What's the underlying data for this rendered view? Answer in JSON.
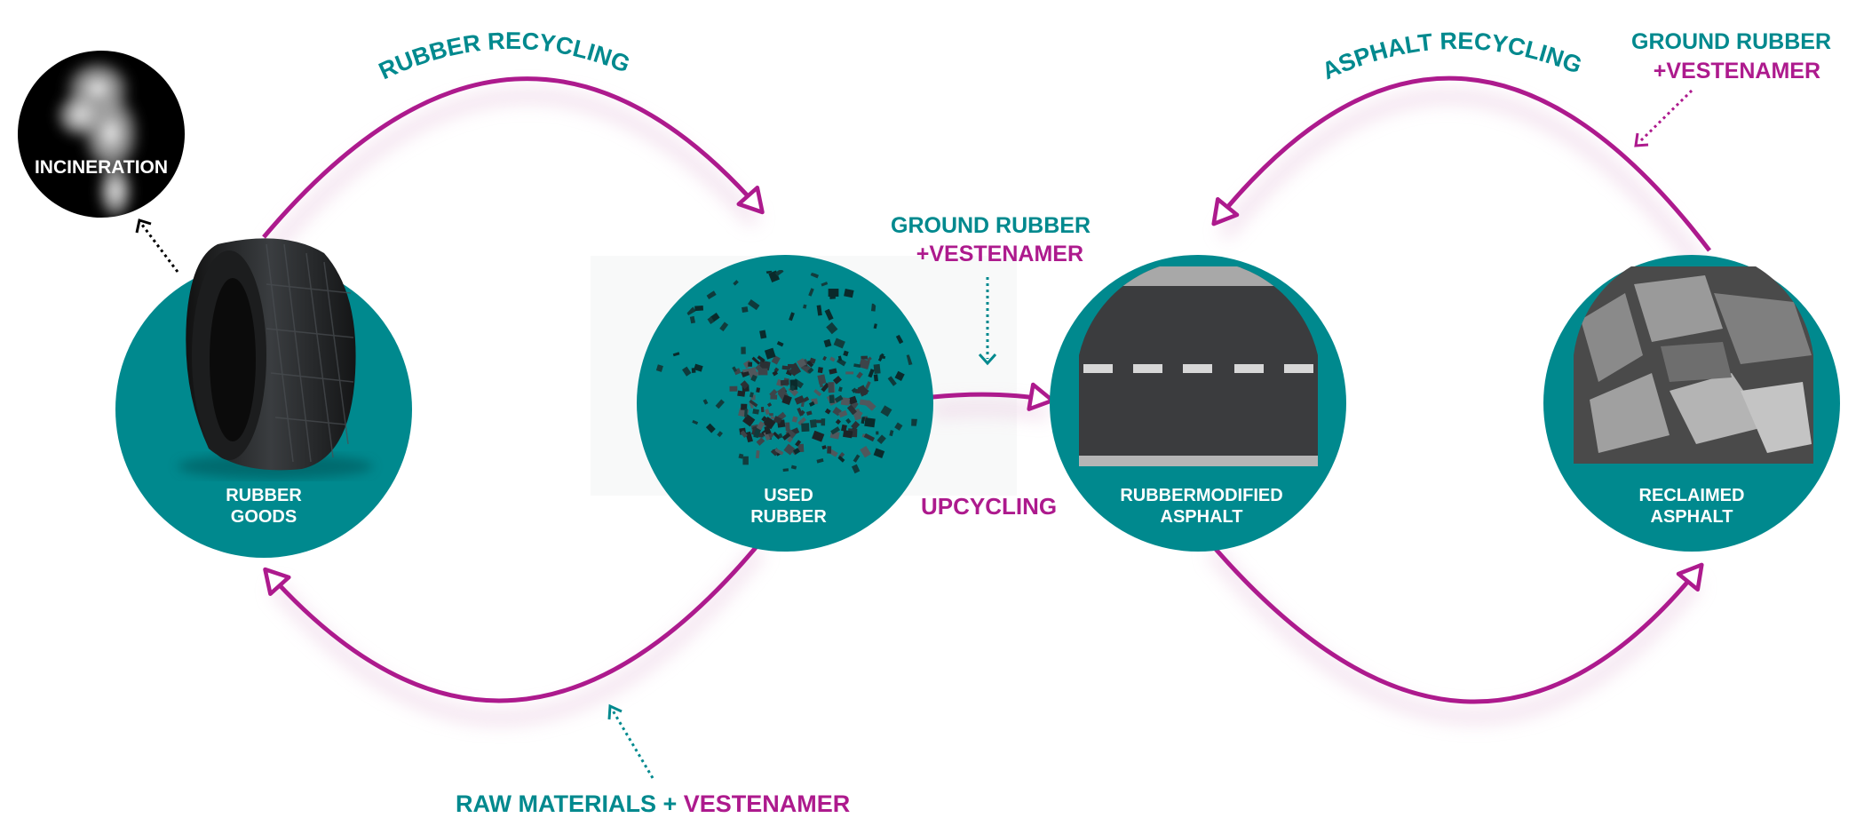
{
  "colors": {
    "teal": "#00898e",
    "magenta": "#ad1a8d",
    "arrow_glow": "#e7c3dd"
  },
  "labels": {
    "rubber_recycling": "RUBBER RECYCLING",
    "asphalt_recycling": "ASPHALT RECYCLING",
    "incineration": "INCINERATION",
    "rubber_goods_1": "RUBBER",
    "rubber_goods_2": "GOODS",
    "used_rubber_1": "USED",
    "used_rubber_2": "RUBBER",
    "rma_1": "RUBBERMODIFIED",
    "rma_2": "ASPHALT",
    "reclaimed_1": "RECLAIMED",
    "reclaimed_2": "ASPHALT",
    "upcycling": "UPCYCLING",
    "ground_rubber_mid": "GROUND RUBBER",
    "vestenamer_mid": "+VESTENAMER",
    "ground_rubber_right": "GROUND RUBBER",
    "vestenamer_right": "+VESTENAMER",
    "raw_materials": "RAW MATERIALS + ",
    "raw_vestenamer": "VESTENAMER"
  },
  "icons": {
    "incineration": "smoke-image",
    "rubber_goods": "tire-image",
    "used_rubber": "rubber-crumb-image",
    "rma": "asphalt-road-image",
    "reclaimed": "broken-asphalt-image"
  }
}
